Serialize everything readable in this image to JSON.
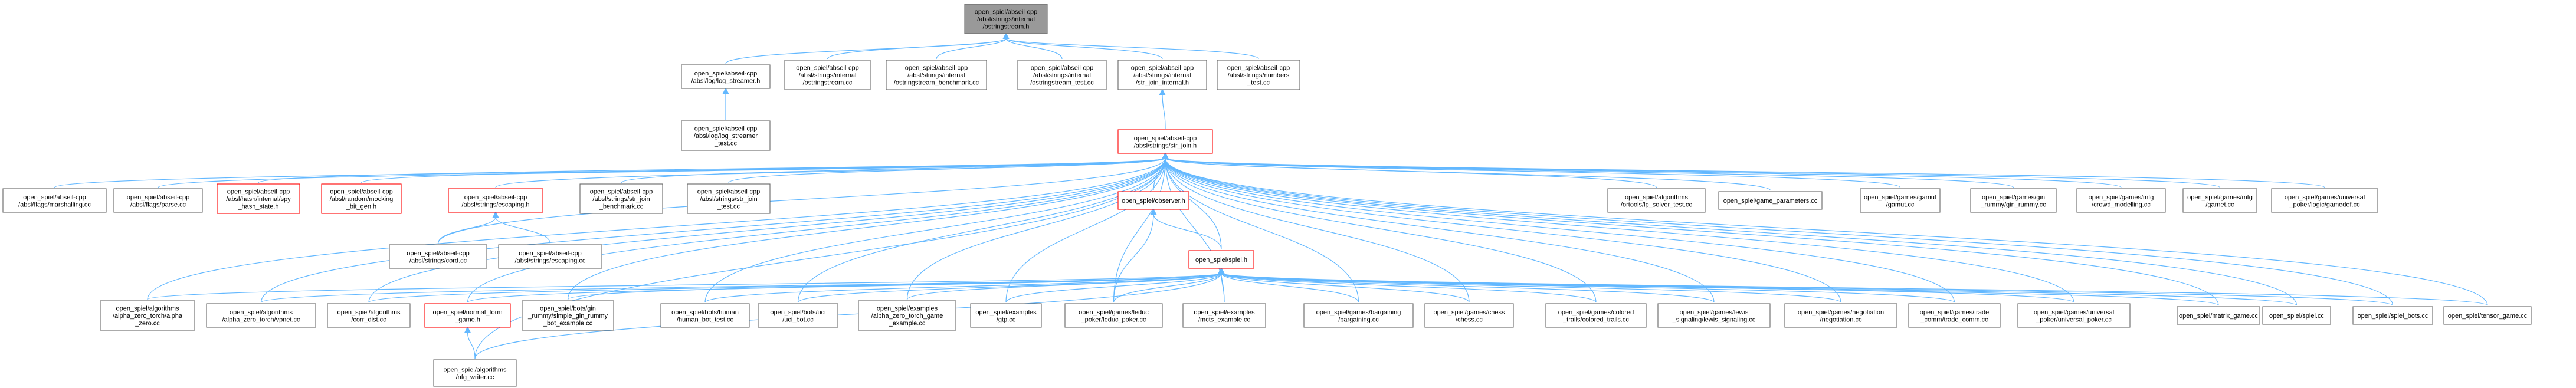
{
  "colors": {
    "edge": "#63b8ff",
    "node_border": "#666666",
    "node_border_highlight": "#ff0000",
    "node_fill": "#ffffff",
    "root_fill": "#999999"
  },
  "nodes": [
    {
      "id": "strings_ostringstream_h",
      "label": [
        "open_spiel/abseil-cpp",
        "/absl/strings/internal",
        "/ostringstream.h"
      ],
      "style": "root"
    },
    {
      "id": "log_streamer_h",
      "label": [
        "open_spiel/abseil-cpp",
        "/absl/log/log_streamer.h"
      ],
      "style": "normal"
    },
    {
      "id": "ostringstream_cc",
      "label": [
        "open_spiel/abseil-cpp",
        "/absl/strings/internal",
        "/ostringstream.cc"
      ],
      "style": "normal"
    },
    {
      "id": "ostringstream_benchmark_cc",
      "label": [
        "open_spiel/abseil-cpp",
        "/absl/strings/internal",
        "/ostringstream_benchmark.cc"
      ],
      "style": "normal"
    },
    {
      "id": "ostringstream_test_cc",
      "label": [
        "open_spiel/abseil-cpp",
        "/absl/strings/internal",
        "/ostringstream_test.cc"
      ],
      "style": "normal"
    },
    {
      "id": "str_join_internal_h",
      "label": [
        "open_spiel/abseil-cpp",
        "/absl/strings/internal",
        "/str_join_internal.h"
      ],
      "style": "normal"
    },
    {
      "id": "numbers_test_cc",
      "label": [
        "open_spiel/abseil-cpp",
        "/absl/strings/numbers",
        "_test.cc"
      ],
      "style": "normal"
    },
    {
      "id": "log_streamer_test_cc",
      "label": [
        "open_spiel/abseil-cpp",
        "/absl/log/log_streamer",
        "_test.cc"
      ],
      "style": "normal"
    },
    {
      "id": "str_join_h",
      "label": [
        "open_spiel/abseil-cpp",
        "/absl/strings/str_join.h"
      ],
      "style": "highlight"
    },
    {
      "id": "flags_marshalling_cc",
      "label": [
        "open_spiel/abseil-cpp",
        "/absl/flags/marshalling.cc"
      ],
      "style": "normal"
    },
    {
      "id": "flags_parse_cc",
      "label": [
        "open_spiel/abseil-cpp",
        "/absl/flags/parse.cc"
      ],
      "style": "normal"
    },
    {
      "id": "hash_state_h",
      "label": [
        "open_spiel/abseil-cpp",
        "/absl/hash/internal/spy",
        "_hash_state.h"
      ],
      "style": "highlight"
    },
    {
      "id": "mocking_bit_gen_h",
      "label": [
        "open_spiel/abseil-cpp",
        "/absl/random/mocking",
        "_bit_gen.h"
      ],
      "style": "highlight"
    },
    {
      "id": "escaping_h",
      "label": [
        "open_spiel/abseil-cpp",
        "/absl/strings/escaping.h"
      ],
      "style": "highlight"
    },
    {
      "id": "str_join_benchmark_cc",
      "label": [
        "open_spiel/abseil-cpp",
        "/absl/strings/str_join",
        "_benchmark.cc"
      ],
      "style": "normal"
    },
    {
      "id": "str_join_test_cc",
      "label": [
        "open_spiel/abseil-cpp",
        "/absl/strings/str_join",
        "_test.cc"
      ],
      "style": "normal"
    },
    {
      "id": "observer_h",
      "label": [
        "open_spiel/observer.h"
      ],
      "style": "highlight"
    },
    {
      "id": "tp_solver_test_cc",
      "label": [
        "open_spiel/algorithms",
        "/ortools/lp_solver_test.cc"
      ],
      "style": "normal"
    },
    {
      "id": "game_parameters_cc",
      "label": [
        "open_spiel/game_parameters.cc"
      ],
      "style": "normal"
    },
    {
      "id": "gamut_cc",
      "label": [
        "open_spiel/games/gamut",
        "/gamut.cc"
      ],
      "style": "normal"
    },
    {
      "id": "gin_rummy_cc",
      "label": [
        "open_spiel/games/gin",
        "_rummy/gin_rummy.cc"
      ],
      "style": "normal"
    },
    {
      "id": "crowd_modelling_cc",
      "label": [
        "open_spiel/games/mfg",
        "/crowd_modelling.cc"
      ],
      "style": "normal"
    },
    {
      "id": "garnet_cc",
      "label": [
        "open_spiel/games/mfg",
        "/garnet.cc"
      ],
      "style": "normal"
    },
    {
      "id": "gamedef_cc",
      "label": [
        "open_spiel/games/universal",
        "_poker/logic/gamedef.cc"
      ],
      "style": "normal"
    },
    {
      "id": "strings_cord_cc",
      "label": [
        "open_spiel/abseil-cpp",
        "/absl/strings/cord.cc"
      ],
      "style": "normal"
    },
    {
      "id": "strings_escaping_cc",
      "label": [
        "open_spiel/abseil-cpp",
        "/absl/strings/escaping.cc"
      ],
      "style": "normal"
    },
    {
      "id": "spiel_h",
      "label": [
        "open_spiel/spiel.h"
      ],
      "style": "highlight"
    },
    {
      "id": "alpha_zero_cc",
      "label": [
        "open_spiel/algorithms",
        "/alpha_zero_torch/alpha",
        "_zero.cc"
      ],
      "style": "normal"
    },
    {
      "id": "vpnet_cc",
      "label": [
        "open_spiel/algorithms",
        "/alpha_zero_torch/vpnet.cc"
      ],
      "style": "normal"
    },
    {
      "id": "corr_dist_cc",
      "label": [
        "open_spiel/algorithms",
        "/corr_dist.cc"
      ],
      "style": "normal"
    },
    {
      "id": "normal_form_game_h",
      "label": [
        "open_spiel/normal_form",
        "_game.h"
      ],
      "style": "highlight"
    },
    {
      "id": "simple_gin_rummy_bot_example_cc",
      "label": [
        "open_spiel/bots/gin",
        "_rummy/simple_gin_rummy",
        "_bot_example.cc"
      ],
      "style": "normal"
    },
    {
      "id": "human_bot_test_cc",
      "label": [
        "open_spiel/bots/human",
        "/human_bot_test.cc"
      ],
      "style": "normal"
    },
    {
      "id": "uci_bot_cc",
      "label": [
        "open_spiel/bots/uci",
        "/uci_bot.cc"
      ],
      "style": "normal"
    },
    {
      "id": "alpha_zero_torch_game_example_cc",
      "label": [
        "open_spiel/examples",
        "/alpha_zero_torch_game",
        "_example.cc"
      ],
      "style": "normal"
    },
    {
      "id": "gtp_cc",
      "label": [
        "open_spiel/examples",
        "/gtp.cc"
      ],
      "style": "normal"
    },
    {
      "id": "leduc_poker_cc",
      "label": [
        "open_spiel/games/leduc",
        "_poker/leduc_poker.cc"
      ],
      "style": "normal"
    },
    {
      "id": "mcts_example_cc",
      "label": [
        "open_spiel/examples",
        "/mcts_example.cc"
      ],
      "style": "normal"
    },
    {
      "id": "bargaining_cc",
      "label": [
        "open_spiel/games/bargaining",
        "/bargaining.cc"
      ],
      "style": "normal"
    },
    {
      "id": "chess_cc",
      "label": [
        "open_spiel/games/chess",
        "/chess.cc"
      ],
      "style": "normal"
    },
    {
      "id": "colored_trails_cc",
      "label": [
        "open_spiel/games/colored",
        "_trails/colored_trails.cc"
      ],
      "style": "normal"
    },
    {
      "id": "lewis_signaling_cc",
      "label": [
        "open_spiel/games/lewis",
        "_signaling/lewis_signaling.cc"
      ],
      "style": "normal"
    },
    {
      "id": "negotiation_cc",
      "label": [
        "open_spiel/games/negotiation",
        "/negotiation.cc"
      ],
      "style": "normal"
    },
    {
      "id": "trade_comm_cc",
      "label": [
        "open_spiel/games/trade",
        "_comm/trade_comm.cc"
      ],
      "style": "normal"
    },
    {
      "id": "universal_poker_cc",
      "label": [
        "open_spiel/games/universal",
        "_poker/universal_poker.cc"
      ],
      "style": "normal"
    },
    {
      "id": "matrix_game_cc",
      "label": [
        "open_spiel/matrix_game.cc"
      ],
      "style": "normal"
    },
    {
      "id": "spiel_cc",
      "label": [
        "open_spiel/spiel.cc"
      ],
      "style": "normal"
    },
    {
      "id": "spiel_bots_cc",
      "label": [
        "open_spiel/spiel_bots.cc"
      ],
      "style": "normal"
    },
    {
      "id": "tensor_game_cc",
      "label": [
        "open_spiel/tensor_game.cc"
      ],
      "style": "normal"
    },
    {
      "id": "nfg_writer_cc",
      "label": [
        "open_spiel/algorithms",
        "/nfg_writer.cc"
      ],
      "style": "normal"
    }
  ],
  "edges": [
    [
      "strings_ostringstream_h",
      "log_streamer_h"
    ],
    [
      "strings_ostringstream_h",
      "ostringstream_cc"
    ],
    [
      "strings_ostringstream_h",
      "ostringstream_benchmark_cc"
    ],
    [
      "strings_ostringstream_h",
      "ostringstream_test_cc"
    ],
    [
      "strings_ostringstream_h",
      "str_join_internal_h"
    ],
    [
      "strings_ostringstream_h",
      "numbers_test_cc"
    ],
    [
      "log_streamer_h",
      "log_streamer_test_cc"
    ],
    [
      "str_join_internal_h",
      "str_join_h"
    ],
    [
      "str_join_h",
      "flags_marshalling_cc"
    ],
    [
      "str_join_h",
      "flags_parse_cc"
    ],
    [
      "str_join_h",
      "hash_state_h"
    ],
    [
      "str_join_h",
      "mocking_bit_gen_h"
    ],
    [
      "str_join_h",
      "escaping_h"
    ],
    [
      "str_join_h",
      "str_join_benchmark_cc"
    ],
    [
      "str_join_h",
      "str_join_test_cc"
    ],
    [
      "str_join_h",
      "observer_h"
    ],
    [
      "str_join_h",
      "tp_solver_test_cc"
    ],
    [
      "str_join_h",
      "game_parameters_cc"
    ],
    [
      "str_join_h",
      "gamut_cc"
    ],
    [
      "str_join_h",
      "gin_rummy_cc"
    ],
    [
      "str_join_h",
      "crowd_modelling_cc"
    ],
    [
      "str_join_h",
      "garnet_cc"
    ],
    [
      "str_join_h",
      "gamedef_cc"
    ],
    [
      "str_join_h",
      "strings_cord_cc"
    ],
    [
      "str_join_h",
      "spiel_h"
    ],
    [
      "str_join_h",
      "alpha_zero_cc"
    ],
    [
      "str_join_h",
      "vpnet_cc"
    ],
    [
      "str_join_h",
      "corr_dist_cc"
    ],
    [
      "str_join_h",
      "normal_form_game_h"
    ],
    [
      "str_join_h",
      "simple_gin_rummy_bot_example_cc"
    ],
    [
      "str_join_h",
      "human_bot_test_cc"
    ],
    [
      "str_join_h",
      "uci_bot_cc"
    ],
    [
      "str_join_h",
      "alpha_zero_torch_game_example_cc"
    ],
    [
      "str_join_h",
      "gtp_cc"
    ],
    [
      "str_join_h",
      "leduc_poker_cc"
    ],
    [
      "str_join_h",
      "mcts_example_cc"
    ],
    [
      "str_join_h",
      "bargaining_cc"
    ],
    [
      "str_join_h",
      "chess_cc"
    ],
    [
      "str_join_h",
      "colored_trails_cc"
    ],
    [
      "str_join_h",
      "lewis_signaling_cc"
    ],
    [
      "str_join_h",
      "negotiation_cc"
    ],
    [
      "str_join_h",
      "trade_comm_cc"
    ],
    [
      "str_join_h",
      "universal_poker_cc"
    ],
    [
      "str_join_h",
      "matrix_game_cc"
    ],
    [
      "str_join_h",
      "spiel_cc"
    ],
    [
      "str_join_h",
      "spiel_bots_cc"
    ],
    [
      "str_join_h",
      "tensor_game_cc"
    ],
    [
      "str_join_h",
      "nfg_writer_cc"
    ],
    [
      "escaping_h",
      "strings_cord_cc"
    ],
    [
      "escaping_h",
      "strings_escaping_cc"
    ],
    [
      "observer_h",
      "spiel_h"
    ],
    [
      "observer_h",
      "leduc_poker_cc"
    ],
    [
      "normal_form_game_h",
      "nfg_writer_cc"
    ],
    [
      "spiel_h",
      "alpha_zero_cc"
    ],
    [
      "spiel_h",
      "vpnet_cc"
    ],
    [
      "spiel_h",
      "corr_dist_cc"
    ],
    [
      "spiel_h",
      "normal_form_game_h"
    ],
    [
      "spiel_h",
      "simple_gin_rummy_bot_example_cc"
    ],
    [
      "spiel_h",
      "human_bot_test_cc"
    ],
    [
      "spiel_h",
      "uci_bot_cc"
    ],
    [
      "spiel_h",
      "alpha_zero_torch_game_example_cc"
    ],
    [
      "spiel_h",
      "gtp_cc"
    ],
    [
      "spiel_h",
      "leduc_poker_cc"
    ],
    [
      "spiel_h",
      "mcts_example_cc"
    ],
    [
      "spiel_h",
      "bargaining_cc"
    ],
    [
      "spiel_h",
      "chess_cc"
    ],
    [
      "spiel_h",
      "colored_trails_cc"
    ],
    [
      "spiel_h",
      "lewis_signaling_cc"
    ],
    [
      "spiel_h",
      "negotiation_cc"
    ],
    [
      "spiel_h",
      "trade_comm_cc"
    ],
    [
      "spiel_h",
      "universal_poker_cc"
    ],
    [
      "spiel_h",
      "matrix_game_cc"
    ],
    [
      "spiel_h",
      "spiel_cc"
    ],
    [
      "spiel_h",
      "spiel_bots_cc"
    ],
    [
      "spiel_h",
      "tensor_game_cc"
    ],
    [
      "spiel_h",
      "nfg_writer_cc"
    ]
  ]
}
